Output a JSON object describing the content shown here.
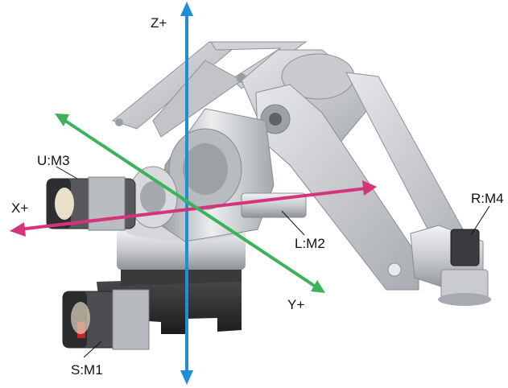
{
  "labels": {
    "z_axis": "Z+",
    "x_axis": "X+",
    "y_axis": "Y+",
    "upper_arm_motor": "U:M3",
    "lower_arm_motor": "L:M2",
    "wrist_motor": "R:M4",
    "base_motor": "S:M1"
  },
  "colors": {
    "z_axis": "#1e8fd0",
    "x_axis": "#d6337d",
    "y_axis": "#3cb35a",
    "metal_light": "#d9dadd",
    "metal_dark": "#8e9196",
    "base_black": "#2b2b2d"
  }
}
